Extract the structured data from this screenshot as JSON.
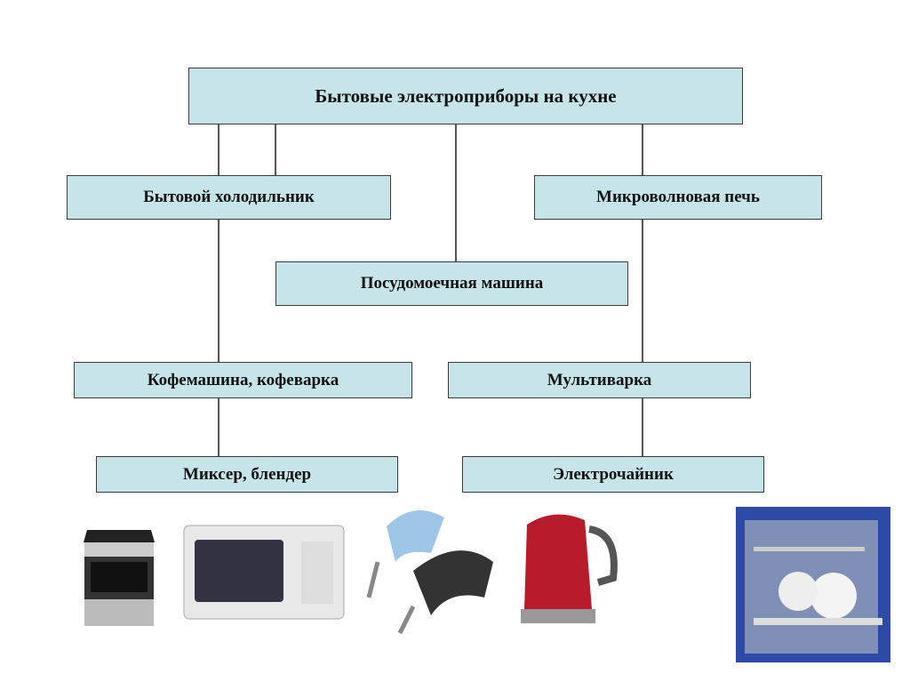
{
  "root": "Бытовые электроприборы на кухне",
  "nodes": {
    "fridge": "Бытовой холодильник",
    "microwave": "Микроволновая печь",
    "dishwasher": "Посудомоечная машина",
    "coffee": "Кофемашина, кофеварка",
    "multicooker": "Мультиварка",
    "mixer": "Миксер, блендер",
    "kettle": "Электрочайник"
  },
  "colors": {
    "box_fill": "#c7e5e9",
    "border": "#3a3a3a"
  }
}
